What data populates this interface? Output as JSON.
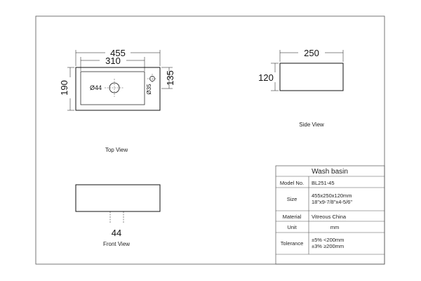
{
  "top_view": {
    "caption": "Top View",
    "overall_width": "455",
    "inner_width": "310",
    "overall_depth": "190",
    "inner_depth": "135",
    "drain_diameter": "Ø44",
    "tap_hole_diameter": "Ø35"
  },
  "side_view": {
    "caption": "Side View",
    "width": "250",
    "height": "120"
  },
  "front_view": {
    "caption": "Front View",
    "drain_width": "44"
  },
  "spec_table": {
    "title": "Wash basin",
    "rows": [
      {
        "label": "Model No.",
        "value": [
          "BL251-45"
        ]
      },
      {
        "label": "Size",
        "value": [
          "455x250x120mm",
          "18\"x9-7/8\"x4-5/6\""
        ]
      },
      {
        "label": "Material",
        "value": [
          "Vitreous China"
        ]
      },
      {
        "label": "Unit",
        "value": [
          "mm"
        ]
      },
      {
        "label": "Tolerance",
        "value": [
          "±5% <200mm",
          "±3% ≥200mm"
        ]
      }
    ]
  }
}
